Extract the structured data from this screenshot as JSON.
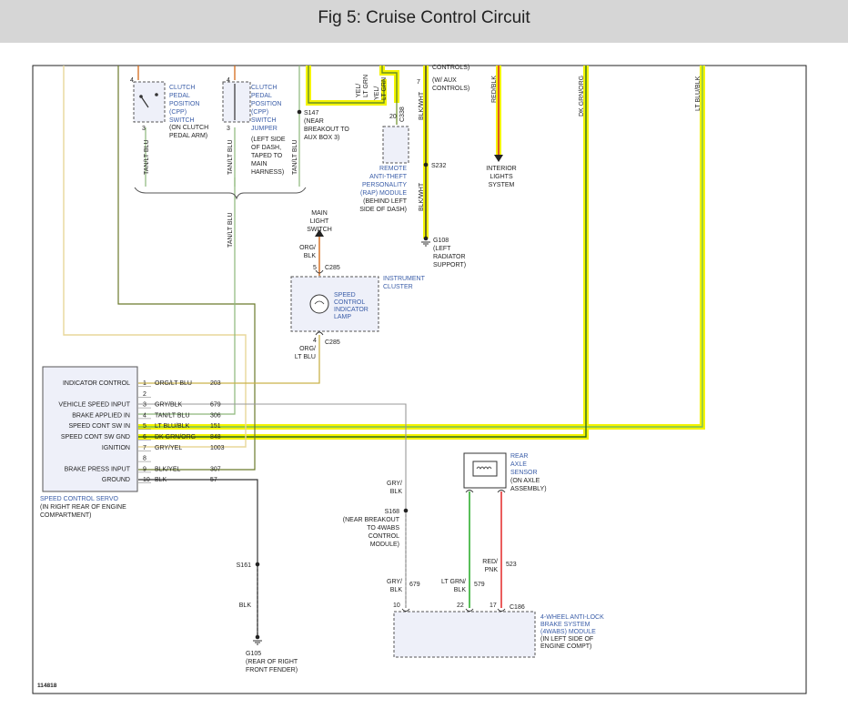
{
  "header": {
    "title": "Fig 5: Cruise Control Circuit"
  },
  "figure_id": "114818",
  "components": {
    "cpp_switch": [
      "CLUTCH",
      "PEDAL",
      "POSITION",
      "(CPP)",
      "SWITCH"
    ],
    "cpp_switch_note": [
      "(ON CLUTCH",
      "PEDAL ARM)"
    ],
    "cpp_jumper": [
      "CLUTCH",
      "PEDAL",
      "POSITION",
      "(CPP)",
      "SWITCH",
      "JUMPER"
    ],
    "cpp_jumper_note": [
      "(LEFT SIDE",
      "OF DASH,",
      "TAPED TO",
      "MAIN",
      "HARNESS)"
    ],
    "rap_module": [
      "REMOTE",
      "ANTI-THEFT",
      "PERSONALITY",
      "(RAP) MODULE"
    ],
    "rap_note": [
      "(BEHIND LEFT",
      "SIDE OF DASH)"
    ],
    "interior_lights": [
      "INTERIOR",
      "LIGHTS",
      "SYSTEM"
    ],
    "main_light_switch": [
      "MAIN",
      "LIGHT",
      "SWITCH"
    ],
    "instrument_cluster": [
      "INSTRUMENT",
      "CLUSTER"
    ],
    "speed_lamp": [
      "SPEED",
      "CONTROL",
      "INDICATOR",
      "LAMP"
    ],
    "rear_axle_sensor": [
      "REAR",
      "AXLE",
      "SENSOR"
    ],
    "rear_axle_note": [
      "(ON AXLE",
      "ASSEMBLY)"
    ],
    "abs_module": [
      "4-WHEEL ANTI-LOCK",
      "BRAKE SYSTEM",
      "(4WABS) MODULE"
    ],
    "abs_note": [
      "(IN LEFT SIDE OF",
      "ENGINE COMPT)"
    ],
    "servo": [
      "SPEED CONTROL SERVO"
    ],
    "servo_note": [
      "(IN RIGHT REAR OF ENGINE",
      "COMPARTMENT)"
    ]
  },
  "splices": {
    "s147": [
      "S147",
      "(NEAR",
      "BREAKOUT TO",
      "AUX BOX 3)"
    ],
    "s232": "S232",
    "g108": [
      "G108",
      "(LEFT",
      "RADIATOR",
      "SUPPORT)"
    ],
    "s168": [
      "S168",
      "(NEAR BREAKOUT",
      "TO 4WABS",
      "CONTROL",
      "MODULE)"
    ],
    "s161": "S161",
    "g105": [
      "G105",
      "(REAR OF RIGHT",
      "FRONT FENDER)"
    ]
  },
  "connectors": {
    "c338": "C338",
    "c285a": "C285",
    "c285b": "C285",
    "c186": "C186"
  },
  "wire_labels": {
    "tan_lt_blu_1": "TAN/LT BLU",
    "tan_lt_blu_2": "TAN/LT BLU",
    "tan_lt_blu_3": "TAN/LT BLU",
    "tan_lt_blu_4": "TAN/LT BLU",
    "yel_lt_grn": [
      "YEL/",
      "LT GRN"
    ],
    "yel_lt_grn_2": [
      "YEL/",
      "LT GRN"
    ],
    "blk_wht_1": "BLK/WHT",
    "blk_wht_2": "BLK/WHT",
    "red_blk": "RED/BLK",
    "dk_grn_org": "DK GRN/ORG",
    "lt_blu_blk": "LT BLU/BLK",
    "controls": "CONTROLS)",
    "aux_controls": [
      "(W/ AUX",
      "CONTROLS)"
    ],
    "org_blk": [
      "ORG/",
      "BLK"
    ],
    "org_lt_blu": [
      "ORG/",
      "LT BLU"
    ],
    "gry_blk_1": [
      "GRY/",
      "BLK"
    ],
    "gry_blk_2": [
      "GRY/",
      "BLK"
    ],
    "blk": "BLK",
    "lt_grn_blk": [
      "LT GRN/",
      "BLK"
    ],
    "red_pnk": [
      "RED/",
      "PNK"
    ],
    "c679": "679",
    "c579": "579",
    "c523": "523"
  },
  "pin_labels": {
    "cpp4": "4",
    "cpp3": "3",
    "jmp4": "4",
    "jmp3": "3",
    "rap20": "20",
    "rap7": "7",
    "lamp5": "5",
    "lamp4": "4",
    "abs10": "10",
    "abs22": "22",
    "abs17": "17"
  },
  "servo_pins": [
    {
      "num": "1",
      "name": "INDICATOR CONTROL",
      "color": "ORG/LT BLU",
      "circuit": "203"
    },
    {
      "num": "2",
      "name": "",
      "color": "",
      "circuit": ""
    },
    {
      "num": "3",
      "name": "VEHICLE SPEED INPUT",
      "color": "GRY/BLK",
      "circuit": "679"
    },
    {
      "num": "4",
      "name": "BRAKE APPLIED IN",
      "color": "TAN/LT BLU",
      "circuit": "306"
    },
    {
      "num": "5",
      "name": "SPEED CONT SW IN",
      "color": "LT BLU/BLK",
      "circuit": "151"
    },
    {
      "num": "6",
      "name": "SPEED CONT SW GND",
      "color": "DK GRN/ORG",
      "circuit": "848"
    },
    {
      "num": "7",
      "name": "IGNITION",
      "color": "GRY/YEL",
      "circuit": "1003"
    },
    {
      "num": "8",
      "name": "",
      "color": "",
      "circuit": ""
    },
    {
      "num": "9",
      "name": "BRAKE PRESS INPUT",
      "color": "BLK/YEL",
      "circuit": "307"
    },
    {
      "num": "10",
      "name": "GROUND",
      "color": "BLK",
      "circuit": "57"
    }
  ]
}
